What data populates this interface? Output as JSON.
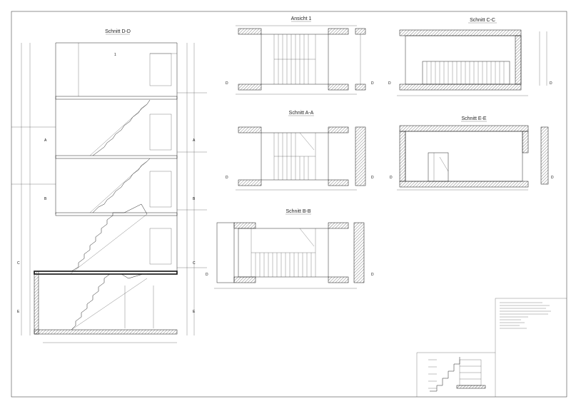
{
  "views": {
    "section_d": {
      "title": "Schnitt D-D"
    },
    "view_1": {
      "title": "Ansicht 1"
    },
    "section_c": {
      "title": "Schnitt C-C"
    },
    "section_a": {
      "title": "Schnitt A-A"
    },
    "section_e": {
      "title": "Schnitt E-E"
    },
    "section_b": {
      "title": "Schnitt B-B"
    }
  },
  "section_markers": {
    "a": "A",
    "b": "B",
    "c": "C",
    "d": "D",
    "e": "E"
  },
  "sheet": {
    "border_color": "#222222",
    "hatch_color": "#333333"
  }
}
